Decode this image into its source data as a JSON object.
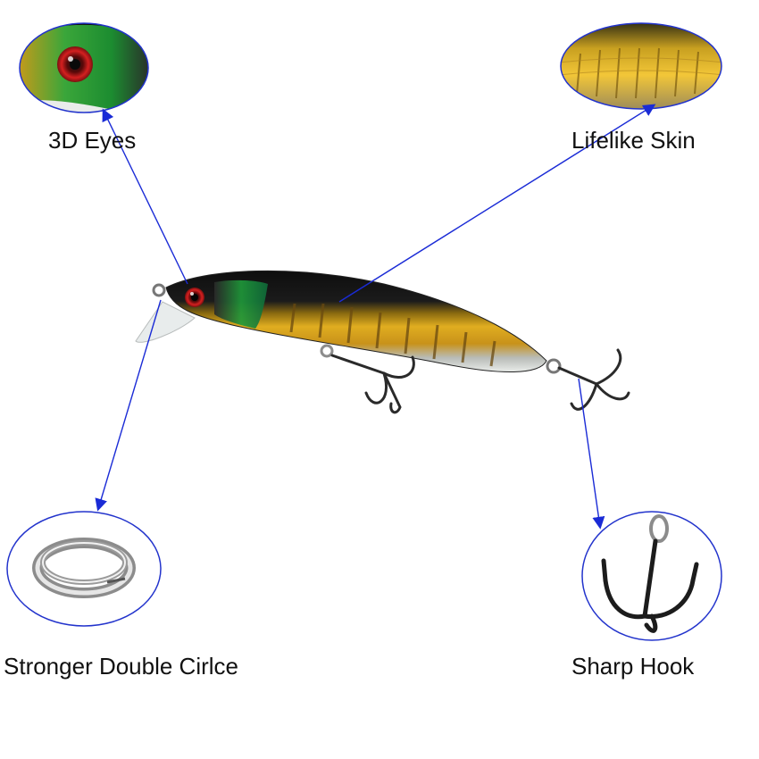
{
  "callouts": {
    "eyes": {
      "label": "3D Eyes"
    },
    "skin": {
      "label": "Lifelike Skin"
    },
    "ring": {
      "label": "Stronger Double Cirlce"
    },
    "hook": {
      "label": "Sharp Hook"
    }
  },
  "colors": {
    "arrow": "#1a2bd6",
    "circle_outline": "#2233cc",
    "lure_back": "#141414",
    "lure_gold": "#d8a318",
    "lure_green": "#1f9a3a",
    "lure_belly": "#c9cfcf",
    "eye_red": "#c81818",
    "hook_metal": "#2a2a2a",
    "ring_silver": "#a9a9a9"
  }
}
